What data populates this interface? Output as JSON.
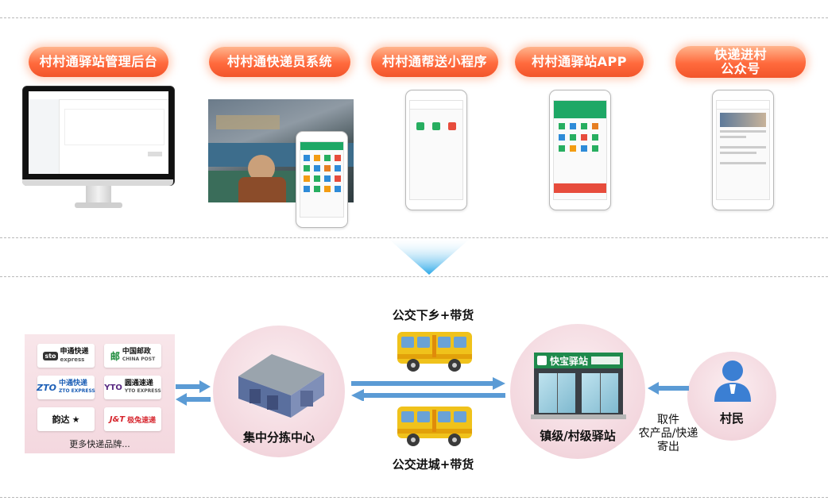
{
  "systems": [
    {
      "label": "村村通驿站管理后台"
    },
    {
      "label": "村村通快递员系统"
    },
    {
      "label": "村村通帮送小程序"
    },
    {
      "label": "村村通驿站APP"
    },
    {
      "label_line1": "快递进村",
      "label_line2": "公众号"
    }
  ],
  "brands": [
    {
      "cn": "申通快递",
      "en": "express",
      "mark": "sto",
      "color": "#333333"
    },
    {
      "cn": "中国邮政",
      "en": "CHINA POST",
      "mark": "邮",
      "color": "#1a8a3a"
    },
    {
      "cn": "中通快递",
      "en": "ZTO EXPRESS",
      "mark": "ZTO",
      "color": "#1d5fb6"
    },
    {
      "cn": "圆通速递",
      "en": "YTO EXPRESS",
      "mark": "YTO",
      "color": "#333333"
    },
    {
      "cn": "韵达",
      "en": "",
      "mark": "★",
      "color": "#333333"
    },
    {
      "cn": "极兔速递",
      "en": "",
      "mark": "J&T",
      "color": "#d6262e"
    }
  ],
  "brands_more": "更多快递品牌...",
  "center_label": "集中分拣中心",
  "bus_top_label": "公交下乡+带货",
  "bus_bottom_label": "公交进城+带货",
  "station_label": "镇级/村级驿站",
  "station_sign": "快宝驿站",
  "villager_label": "村民",
  "actions": [
    "取件",
    "农产品/快递",
    "寄出"
  ],
  "colors": {
    "arrow": "#5b9bd5",
    "pill": "#f2552b",
    "circle": "#f3d7de",
    "bus": "#f0c21b"
  }
}
